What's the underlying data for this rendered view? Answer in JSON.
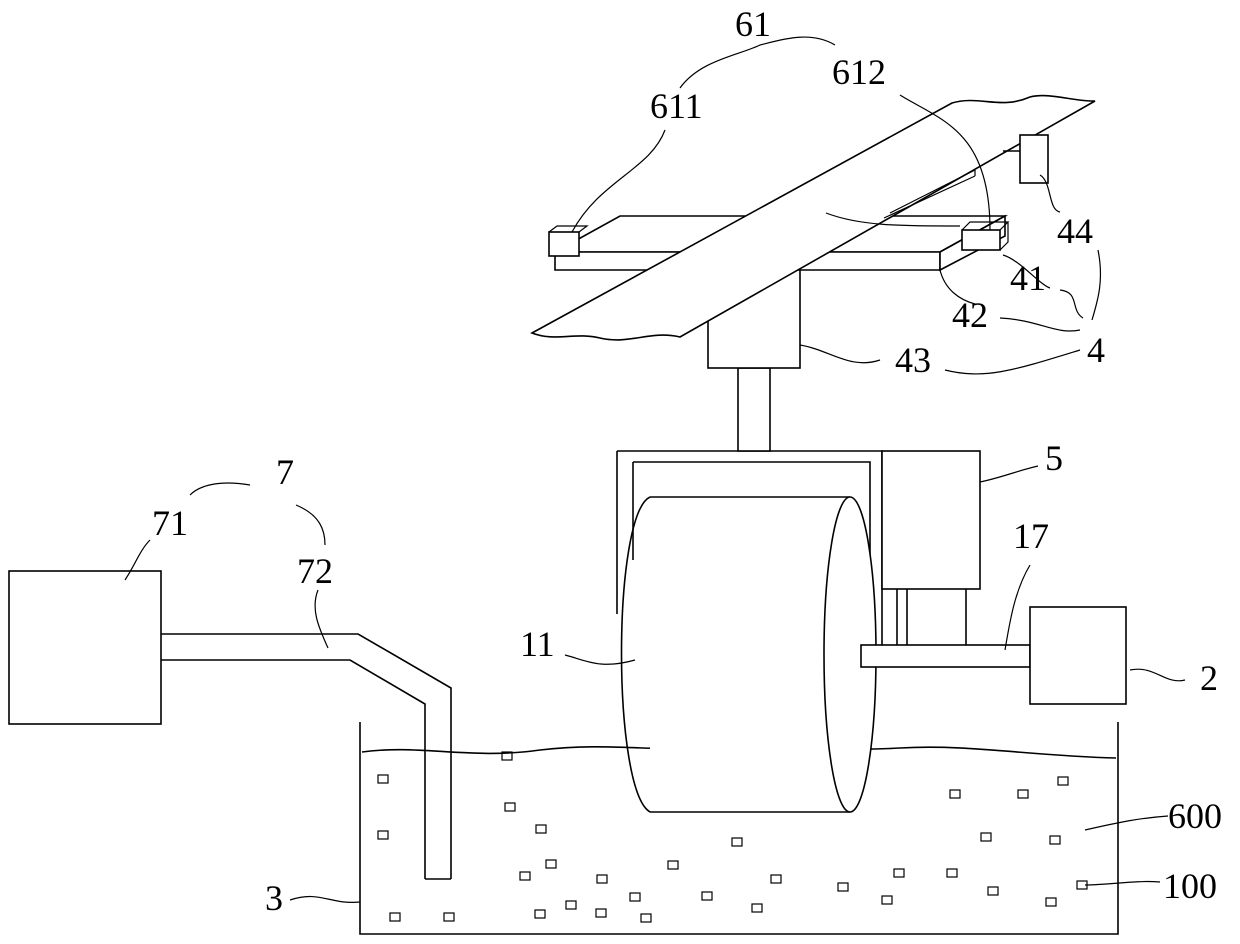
{
  "labels": {
    "l61": "61",
    "l612": "612",
    "l611": "611",
    "l44": "44",
    "l41": "41",
    "l42": "42",
    "l4": "4",
    "l43": "43",
    "l5": "5",
    "l7": "7",
    "l71": "71",
    "l72": "72",
    "l17": "17",
    "l11": "11",
    "l2": "2",
    "l600": "600",
    "l3": "3",
    "l100": "100"
  }
}
